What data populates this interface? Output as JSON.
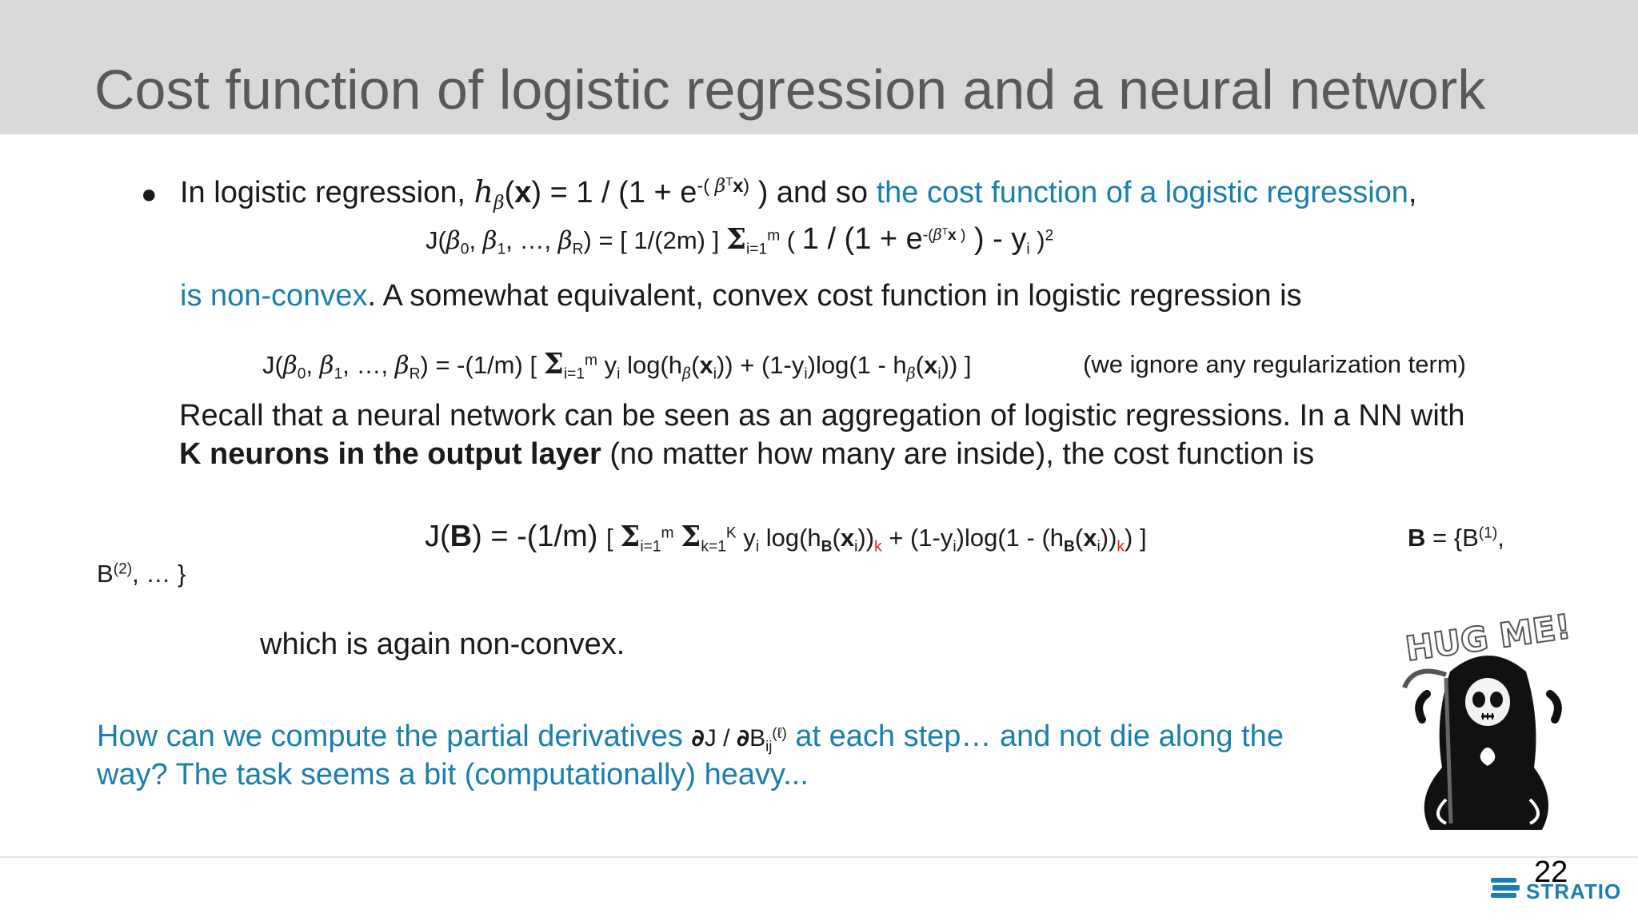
{
  "slide": {
    "title": "Cost function of logistic regression and a neural network",
    "page_number": "22",
    "brand": "STRATIO"
  },
  "bullet": {
    "lead": "In logistic regression, ",
    "h": "h",
    "beta": "β",
    "arg_open": "(",
    "x": "x",
    "arg_close": ") = 1 / (1 + e",
    "exp_open": "-( ",
    "exp_T": "T",
    "exp_x": "x",
    "exp_close": ")",
    "tail_plain": " ) and so ",
    "tail_blue": "the cost function of a logistic regression",
    "tail_comma": ","
  },
  "formula1": {
    "lhs_open": "J(",
    "b": "β",
    "s0": "0",
    "comma1": ", ",
    "s1": "1",
    "dots": ", …, ",
    "sR": "R",
    "lhs_close": ") = [ 1/(2m) ] ",
    "sigma": "Σ",
    "sum_sub": "i=1",
    "sum_sup": "m",
    "body_open": " ( ",
    "frac": "1 / (1 + e",
    "exp_open": "-(",
    "exp_T": "T",
    "exp_x": "x",
    "exp_close": " )",
    "body_tail": " ) - y",
    "yi_sub": "i",
    "end": " )",
    "sq": "2"
  },
  "nonconvex_line": {
    "blue": "is non-convex",
    "rest": ". A somewhat equivalent, convex cost function in logistic regression is"
  },
  "formula2": {
    "lhs_open": "J(",
    "b": "β",
    "s0": "0",
    "comma1": ", ",
    "s1": "1",
    "dots": ", …, ",
    "sR": "R",
    "lhs_close": ") = -(1/m) [ ",
    "sigma": "Σ",
    "sum_sub": "i=1",
    "sum_sup": "m",
    "t1": " y",
    "i": "i",
    "t2": " log(h",
    "t3": "(",
    "x": "x",
    "t4": ")) + (1-y",
    "t5": ")log(1 - h",
    "t6": ")) ]",
    "note": "(we ignore any regularization term)"
  },
  "recall": {
    "line1": "Recall that a neural network can be seen as an aggregation of logistic regressions. In a NN with",
    "bold": "K neurons in the output layer",
    "line2_rest": " (no matter how many are inside), the cost function is"
  },
  "formula3": {
    "lhs": "J(",
    "B": "B",
    "lhs_close": ") = -(1/m) ",
    "bracket": "[ ",
    "sigma": "Σ",
    "sum1_sub": "i=1",
    "sum1_sup": "m",
    "sum2_sub": "k=1",
    "sum2_sup": "K",
    "t1": " y",
    "i": "i",
    "t2": " log(h",
    "t3": "(",
    "x": "x",
    "t4": "))",
    "k": "k",
    "t5": " + (1-y",
    "t6": ")log(1 - (h",
    "t7": "))",
    "end": ") ]",
    "set_B": "B",
    "set_eq": " = {B",
    "sup1": "(1)",
    "set_comma": ",",
    "cont_B": "B",
    "sup2": "(2)",
    "cont_rest": ", … }"
  },
  "again": "which is again non-convex.",
  "question": {
    "line1_start": "How can we compute the partial derivatives ",
    "partial": "∂",
    "J": "J / ",
    "B": "B",
    "ij": "ij",
    "l": "(ℓ)",
    "line1_end": " at each step… and not die along the",
    "line2": "way? The task seems a bit (computationally) heavy..."
  },
  "illustration": {
    "caption": "HUG ME!",
    "icon": "grim-reaper-icon"
  },
  "colors": {
    "title_band": "#d9d9d9",
    "title_text": "#595959",
    "accent_blue": "#1a7fae",
    "index_red": "#e0201f"
  }
}
